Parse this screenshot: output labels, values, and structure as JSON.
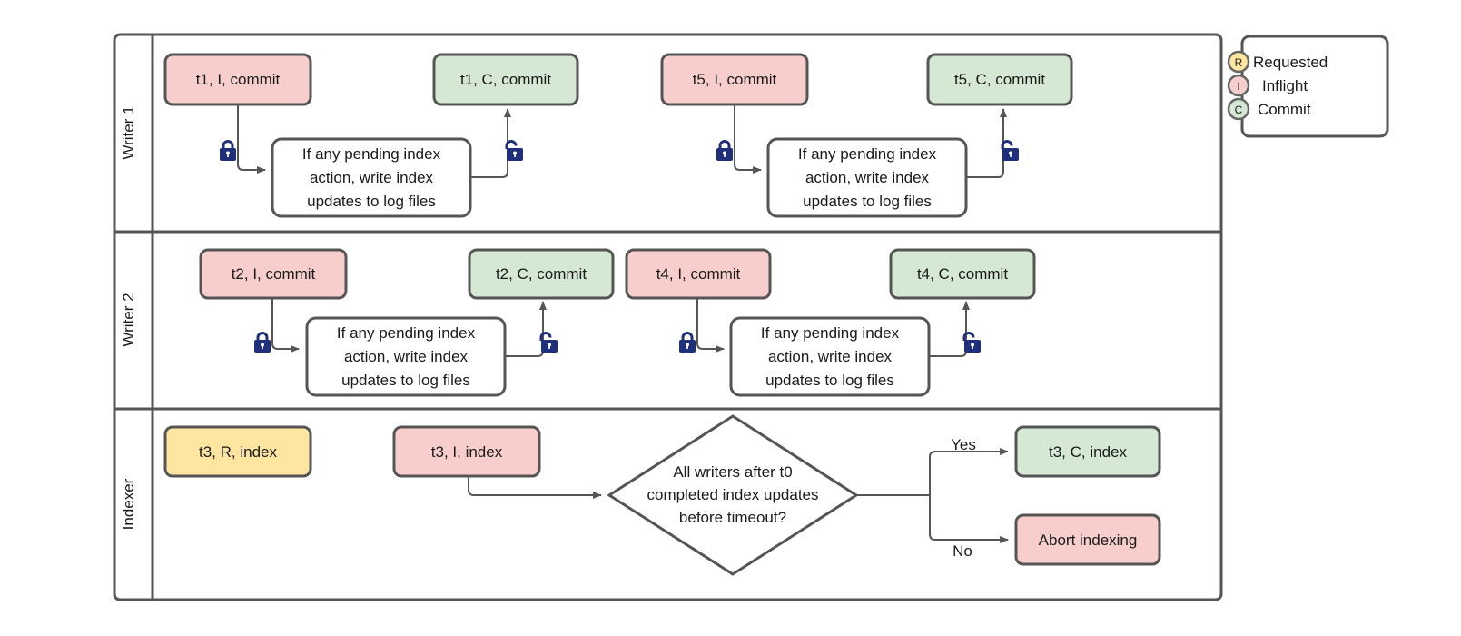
{
  "diagram": {
    "title": "Writer / Indexer transaction lane diagram",
    "colors": {
      "inflight_fill": "#f8cecc",
      "commit_fill": "#d5e8d4",
      "requested_fill": "#ffe6a0",
      "plain_fill": "#ffffff",
      "stroke": "#555555",
      "text": "#1a1a1a",
      "lock_color": "#1f2f7a",
      "legend_border": "#555555"
    },
    "lanes": [
      {
        "id": "writer-1",
        "label": "Writer 1",
        "nodes": [
          {
            "id": "w1-t1-i",
            "text": "t1, I, commit",
            "type": "inflight"
          },
          {
            "id": "w1-t1-c",
            "text": "t1, C, commit",
            "type": "commit"
          },
          {
            "id": "w1-t5-i",
            "text": "t5, I, commit",
            "type": "inflight"
          },
          {
            "id": "w1-t5-c",
            "text": "t5, C, commit",
            "type": "commit"
          }
        ],
        "process_boxes": [
          {
            "id": "w1-proc-1",
            "lines": [
              "If any pending index",
              "action, write index",
              "updates to log files"
            ]
          },
          {
            "id": "w1-proc-2",
            "lines": [
              "If any pending index",
              "action, write index",
              "updates to log files"
            ]
          }
        ],
        "locks": [
          {
            "id": "w1-lock-1",
            "state": "locked"
          },
          {
            "id": "w1-lock-2",
            "state": "unlocked"
          },
          {
            "id": "w1-lock-3",
            "state": "locked"
          },
          {
            "id": "w1-lock-4",
            "state": "unlocked"
          }
        ]
      },
      {
        "id": "writer-2",
        "label": "Writer 2",
        "nodes": [
          {
            "id": "w2-t2-i",
            "text": "t2, I, commit",
            "type": "inflight"
          },
          {
            "id": "w2-t2-c",
            "text": "t2, C, commit",
            "type": "commit"
          },
          {
            "id": "w2-t4-i",
            "text": "t4, I, commit",
            "type": "inflight"
          },
          {
            "id": "w2-t4-c",
            "text": "t4, C, commit",
            "type": "commit"
          }
        ],
        "process_boxes": [
          {
            "id": "w2-proc-1",
            "lines": [
              "If any pending index",
              "action, write index",
              "updates to log files"
            ]
          },
          {
            "id": "w2-proc-2",
            "lines": [
              "If any pending index",
              "action, write index",
              "updates to log files"
            ]
          }
        ],
        "locks": [
          {
            "id": "w2-lock-1",
            "state": "locked"
          },
          {
            "id": "w2-lock-2",
            "state": "unlocked"
          },
          {
            "id": "w2-lock-3",
            "state": "locked"
          },
          {
            "id": "w2-lock-4",
            "state": "unlocked"
          }
        ]
      },
      {
        "id": "indexer",
        "label": "Indexer",
        "nodes": [
          {
            "id": "ix-t3-r",
            "text": "t3, R, index",
            "type": "requested"
          },
          {
            "id": "ix-t3-i",
            "text": "t3, I, index",
            "type": "inflight"
          },
          {
            "id": "ix-t3-c",
            "text": "t3, C, index",
            "type": "commit"
          },
          {
            "id": "ix-abort",
            "text": "Abort indexing",
            "type": "inflight"
          }
        ],
        "decision": {
          "id": "ix-decision",
          "lines": [
            "All writers after t0",
            "completed index updates",
            "before timeout?"
          ]
        },
        "edge_labels": [
          {
            "id": "edge-yes",
            "text": "Yes"
          },
          {
            "id": "edge-no",
            "text": "No"
          }
        ]
      }
    ],
    "legend": {
      "title": "",
      "items": [
        {
          "id": "legend-requested",
          "badge": "R",
          "label": "Requested",
          "fill": "#ffe6a0"
        },
        {
          "id": "legend-inflight",
          "badge": "I",
          "label": "Inflight",
          "fill": "#f8cecc"
        },
        {
          "id": "legend-commit",
          "badge": "C",
          "label": "Commit",
          "fill": "#d5e8d4"
        }
      ]
    }
  }
}
